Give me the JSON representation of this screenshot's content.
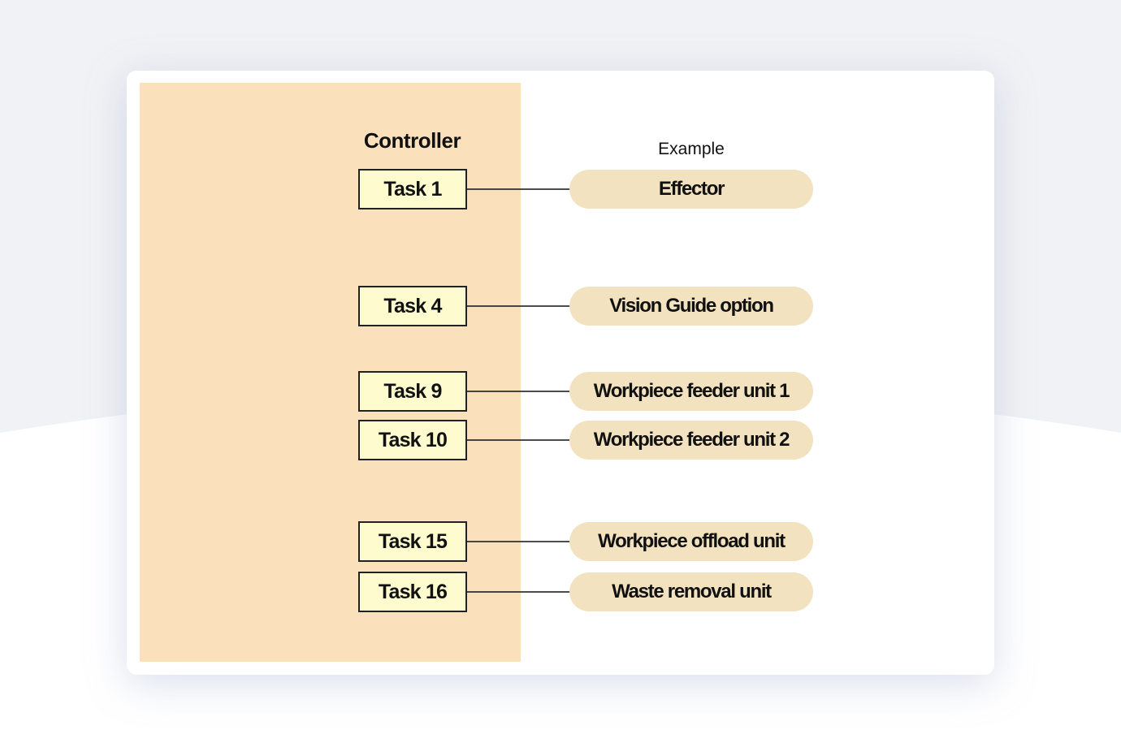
{
  "diagram": {
    "controller_label": "Controller",
    "example_label": "Example",
    "rows": [
      {
        "task": "Task 1",
        "unit": "Effector"
      },
      {
        "task": "Task 4",
        "unit": "Vision Guide option"
      },
      {
        "task": "Task 9",
        "unit": "Workpiece feeder unit 1"
      },
      {
        "task": "Task 10",
        "unit": "Workpiece feeder unit 2"
      },
      {
        "task": "Task 15",
        "unit": "Workpiece offload unit"
      },
      {
        "task": "Task 16",
        "unit": "Waste removal unit"
      }
    ],
    "colors": {
      "panel": "#fae1bc",
      "task_fill": "#fefbcf",
      "pill_fill": "#f3e2bf"
    }
  }
}
